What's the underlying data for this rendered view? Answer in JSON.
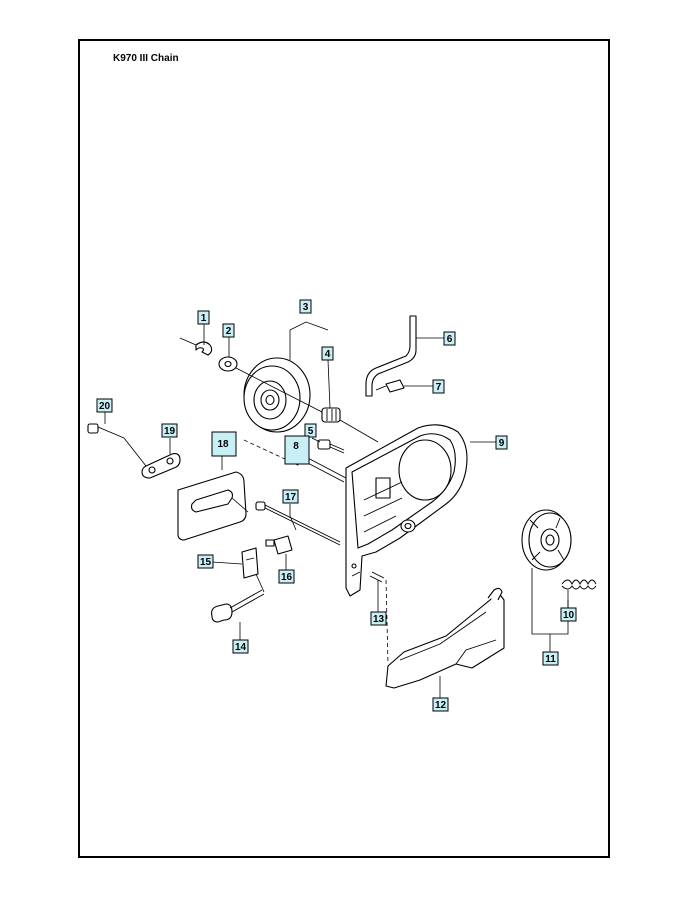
{
  "title": "K970 III Chain",
  "labels": [
    {
      "id": "l1",
      "text": "1"
    },
    {
      "id": "l2",
      "text": "2"
    },
    {
      "id": "l3",
      "text": "3"
    },
    {
      "id": "l4",
      "text": "4"
    },
    {
      "id": "l5",
      "text": "5"
    },
    {
      "id": "l6",
      "text": "6"
    },
    {
      "id": "l7",
      "text": "7"
    },
    {
      "id": "l8",
      "text": "8"
    },
    {
      "id": "l9",
      "text": "9"
    },
    {
      "id": "l10",
      "text": "10"
    },
    {
      "id": "l11",
      "text": "11"
    },
    {
      "id": "l12",
      "text": "12"
    },
    {
      "id": "l13",
      "text": "13"
    },
    {
      "id": "l14",
      "text": "14"
    },
    {
      "id": "l15",
      "text": "15"
    },
    {
      "id": "l16",
      "text": "16"
    },
    {
      "id": "l17",
      "text": "17"
    },
    {
      "id": "l18",
      "text": "18"
    },
    {
      "id": "l19",
      "text": "19"
    },
    {
      "id": "l20",
      "text": "20"
    }
  ],
  "colors": {
    "label_fill": "#c8eef6",
    "line": "#000000"
  }
}
